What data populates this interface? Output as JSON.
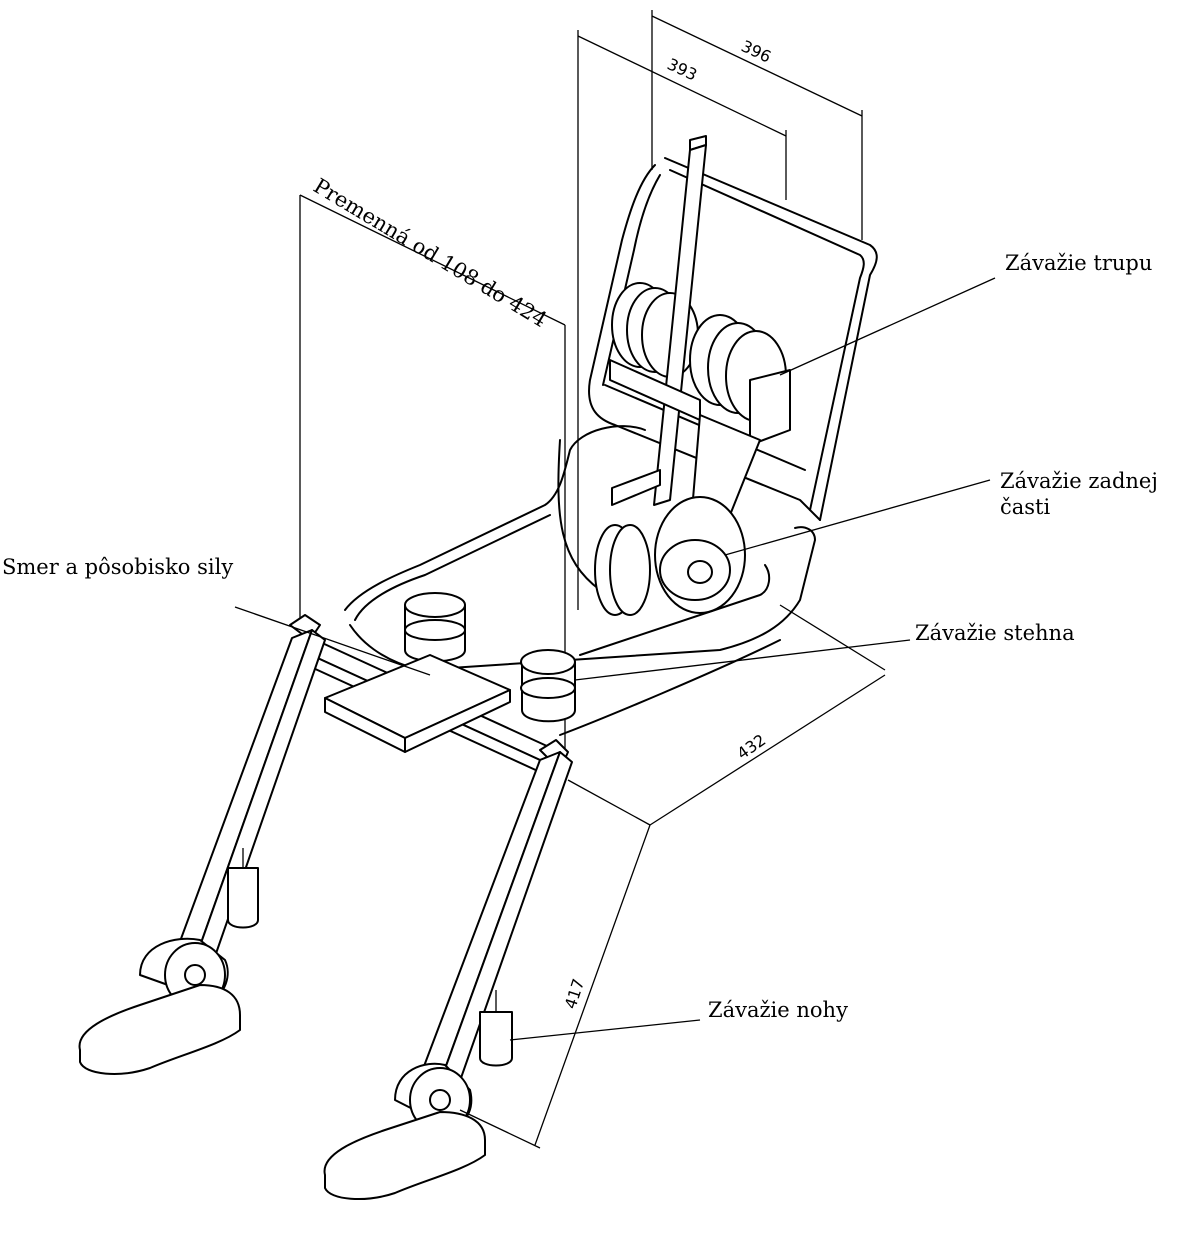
{
  "labels": {
    "torso_weight": "Závažie trupu",
    "rear_weight_line1": "Závažie zadnej",
    "rear_weight_line2": "časti",
    "force_direction": "Smer a pôsobisko sily",
    "thigh_weight": "Závažie stehna",
    "leg_weight": "Závažie nohy",
    "variable_range": "Premenná od 108 do 424"
  },
  "dimensions": {
    "width_outer": "396",
    "width_inner": "393",
    "seat_depth": "432",
    "leg_length": "417"
  }
}
